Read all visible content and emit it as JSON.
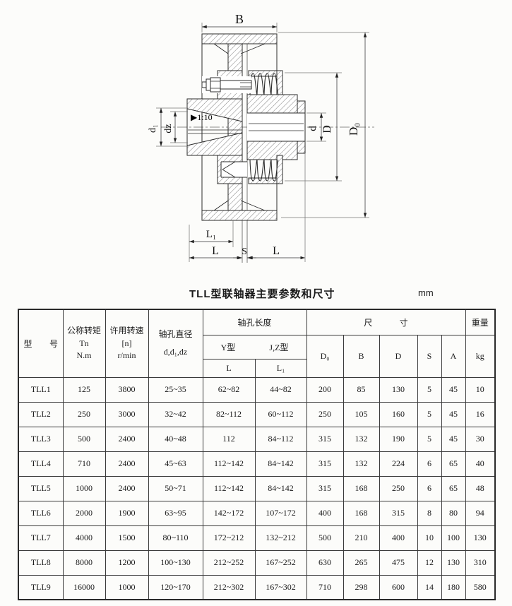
{
  "drawing": {
    "labels": {
      "B": "B",
      "D0": "D₀",
      "D": "D",
      "d": "d",
      "d1": "d₁",
      "dz": "dz",
      "taper": "▶1:10",
      "L1": "L₁",
      "L_left": "L",
      "S": "S",
      "L_right": "L"
    }
  },
  "table": {
    "title": "TLL型联轴器主要参数和尺寸",
    "unit": "mm",
    "header": {
      "model": "型 号",
      "torque_lines": [
        "公称转矩",
        "Tn",
        "N.m"
      ],
      "speed_lines": [
        "许用转速",
        "[n]",
        "r/min"
      ],
      "bore_dia_lines": [
        "轴孔直径",
        "d,d₁,dz"
      ],
      "bore_len": "轴孔长度",
      "y_type": "Y型",
      "jz_type": "J,Z型",
      "col_L": "L",
      "col_L1": "L₁",
      "size_label": "尺寸",
      "size_cols": [
        "D₀",
        "B",
        "D",
        "S",
        "A"
      ],
      "weight": "重量",
      "weight_unit": "kg"
    },
    "rows": [
      [
        "TLL1",
        "125",
        "3800",
        "25~35",
        "62~82",
        "44~82",
        "200",
        "85",
        "130",
        "5",
        "45",
        "10"
      ],
      [
        "TLL2",
        "250",
        "3000",
        "32~42",
        "82~112",
        "60~112",
        "250",
        "105",
        "160",
        "5",
        "45",
        "16"
      ],
      [
        "TLL3",
        "500",
        "2400",
        "40~48",
        "112",
        "84~112",
        "315",
        "132",
        "190",
        "5",
        "45",
        "30"
      ],
      [
        "TLL4",
        "710",
        "2400",
        "45~63",
        "112~142",
        "84~142",
        "315",
        "132",
        "224",
        "6",
        "65",
        "40"
      ],
      [
        "TLL5",
        "1000",
        "2400",
        "50~71",
        "112~142",
        "84~142",
        "315",
        "168",
        "250",
        "6",
        "65",
        "48"
      ],
      [
        "TLL6",
        "2000",
        "1900",
        "63~95",
        "142~172",
        "107~172",
        "400",
        "168",
        "315",
        "8",
        "80",
        "94"
      ],
      [
        "TLL7",
        "4000",
        "1500",
        "80~110",
        "172~212",
        "132~212",
        "500",
        "210",
        "400",
        "10",
        "100",
        "130"
      ],
      [
        "TLL8",
        "8000",
        "1200",
        "100~130",
        "212~252",
        "167~252",
        "630",
        "265",
        "475",
        "12",
        "130",
        "310"
      ],
      [
        "TLL9",
        "16000",
        "1000",
        "120~170",
        "212~302",
        "167~302",
        "710",
        "298",
        "600",
        "14",
        "180",
        "580"
      ]
    ]
  }
}
